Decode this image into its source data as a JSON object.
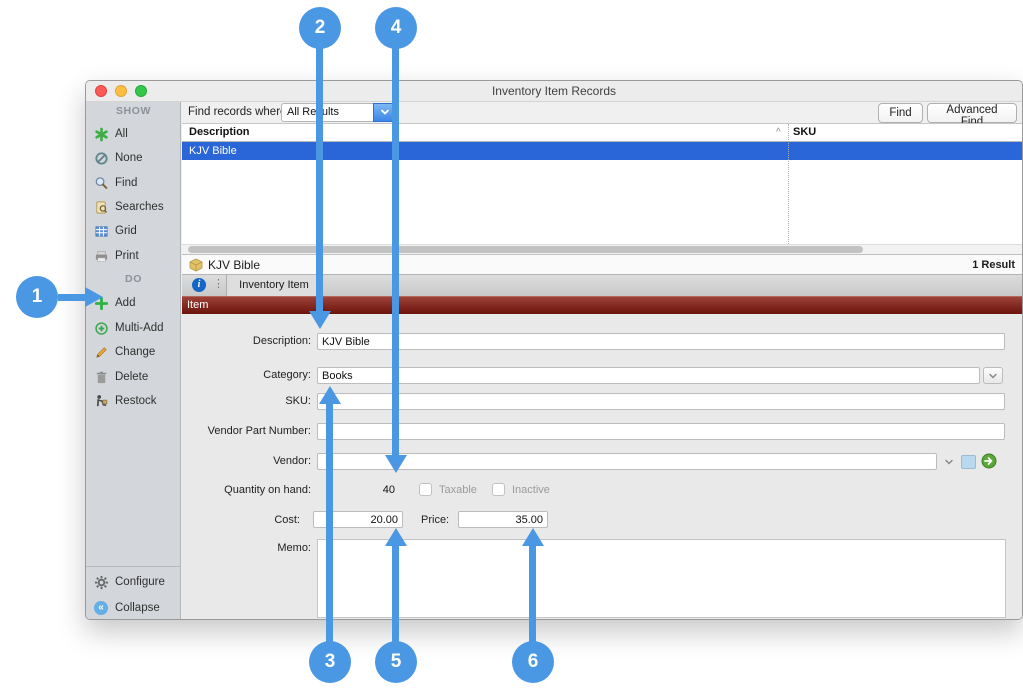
{
  "annotations": {
    "color": "#4a97e4",
    "markers": [
      {
        "n": "1"
      },
      {
        "n": "2"
      },
      {
        "n": "3"
      },
      {
        "n": "4"
      },
      {
        "n": "5"
      },
      {
        "n": "6"
      }
    ]
  },
  "window": {
    "title": "Inventory Item Records",
    "sidebar": {
      "show_header": "SHOW",
      "do_header": "DO",
      "items": {
        "all": "All",
        "none": "None",
        "find": "Find",
        "searches": "Searches",
        "grid": "Grid",
        "print": "Print",
        "add": "Add",
        "multi_add": "Multi-Add",
        "change": "Change",
        "delete": "Delete",
        "restock": "Restock",
        "configure": "Configure",
        "collapse": "Collapse"
      }
    },
    "toolbar": {
      "find_where_label": "Find records where",
      "filter_value": "All Results",
      "find_button": "Find",
      "advanced_find_button": "Advanced Find"
    },
    "table": {
      "col_description": "Description",
      "col_sku": "SKU",
      "sort_indicator": "^",
      "rows": [
        {
          "description": "KJV Bible",
          "sku": ""
        }
      ]
    },
    "record_header": {
      "title": "KJV Bible",
      "result_count": "1 Result"
    },
    "tab_label": "Inventory Item",
    "section_header": "Item",
    "form": {
      "description_label": "Description:",
      "description_value": "KJV Bible",
      "category_label": "Category:",
      "category_value": "Books",
      "sku_label": "SKU:",
      "sku_value": "",
      "vendor_part_label": "Vendor Part Number:",
      "vendor_part_value": "",
      "vendor_label": "Vendor:",
      "vendor_value": "",
      "quantity_label": "Quantity on hand:",
      "quantity_value": "40",
      "taxable_label": "Taxable",
      "inactive_label": "Inactive",
      "cost_label": "Cost:",
      "cost_value": "20.00",
      "price_label": "Price:",
      "price_value": "35.00",
      "memo_label": "Memo:",
      "memo_value": ""
    }
  }
}
